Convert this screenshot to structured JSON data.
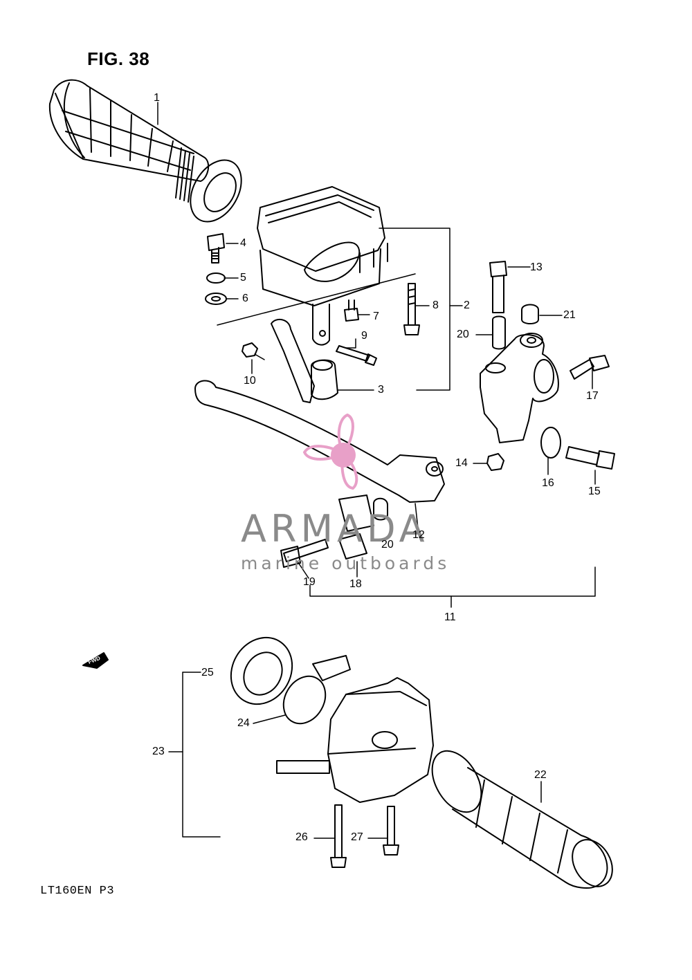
{
  "figure": {
    "title": "FIG. 38",
    "model_code": "LT160EN P3"
  },
  "watermark": {
    "name": "ARMADA",
    "tagline": "marine outboards",
    "accent_color": "#e8a0c8"
  },
  "direction_arrow": {
    "label": "FWD"
  },
  "callouts": [
    "1",
    "2",
    "3",
    "4",
    "5",
    "6",
    "7",
    "8",
    "9",
    "10",
    "11",
    "12",
    "13",
    "14",
    "15",
    "16",
    "17",
    "18",
    "19",
    "20",
    "20",
    "21",
    "22",
    "23",
    "24",
    "25",
    "26",
    "27"
  ]
}
